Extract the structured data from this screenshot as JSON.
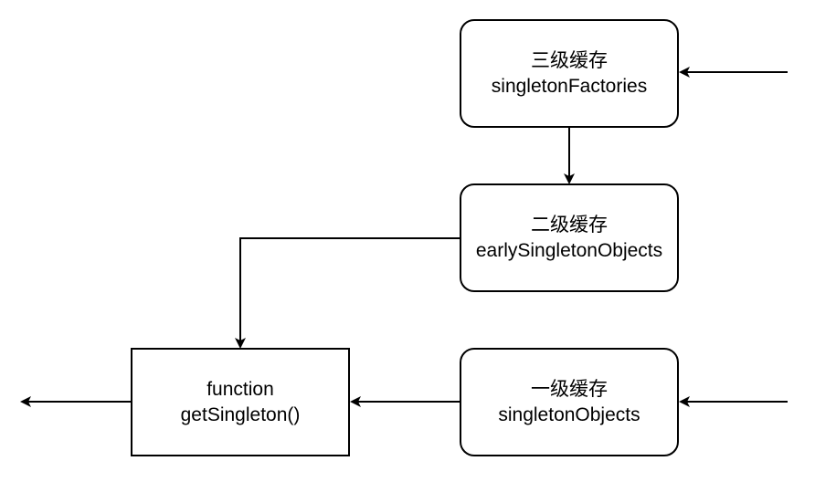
{
  "nodes": {
    "level3": {
      "line1": "三级缓存",
      "line2": "singletonFactories"
    },
    "level2": {
      "line1": "二级缓存",
      "line2": "earlySingletonObjects"
    },
    "level1": {
      "line1": "一级缓存",
      "line2": "singletonObjects"
    },
    "func": {
      "line1": "function",
      "line2": "getSingleton()"
    }
  },
  "colors": {
    "stroke": "#000000",
    "fill": "#ffffff",
    "text": "#000000"
  },
  "connections": [
    {
      "from": "external-right",
      "to": "level3"
    },
    {
      "from": "level3",
      "to": "level2"
    },
    {
      "from": "level2",
      "to": "func"
    },
    {
      "from": "external-right",
      "to": "level1"
    },
    {
      "from": "level1",
      "to": "func"
    },
    {
      "from": "func",
      "to": "external-left"
    }
  ]
}
